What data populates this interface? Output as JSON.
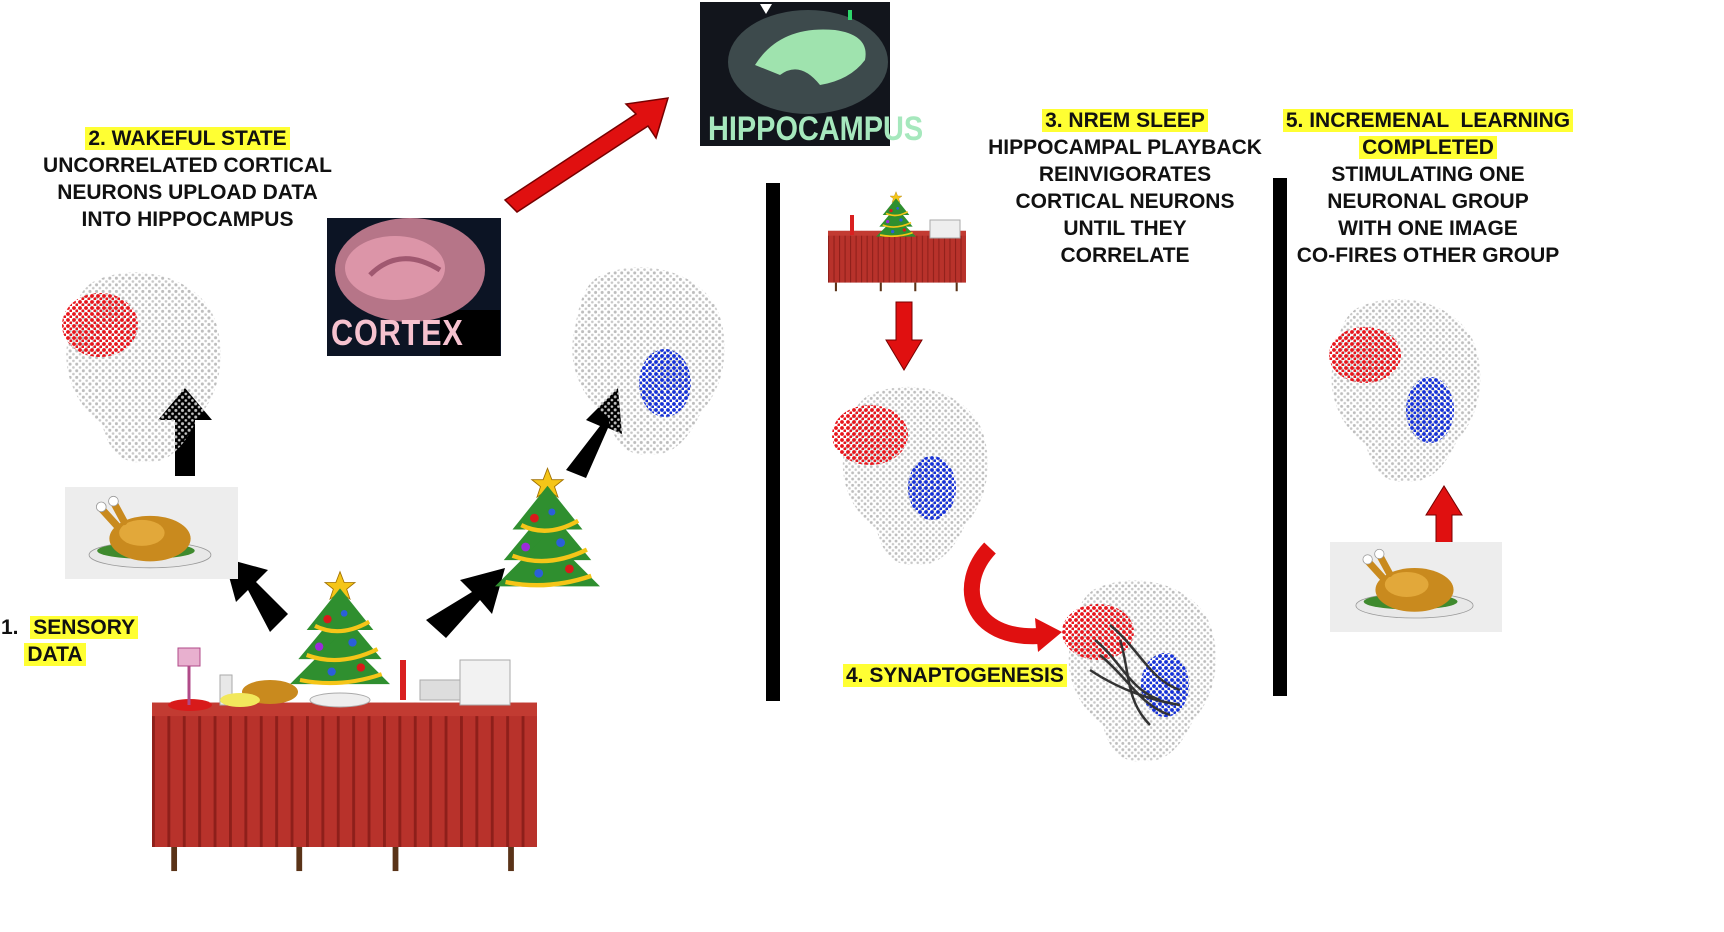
{
  "step1": {
    "number": "1.",
    "line1": "SENSORY",
    "line2": "DATA"
  },
  "step2": {
    "heading": "2. WAKEFUL STATE",
    "lines": [
      "UNCORRELATED CORTICAL",
      "NEURONS UPLOAD DATA",
      "INTO HIPPOCAMPUS"
    ]
  },
  "step3": {
    "heading": "3. NREM SLEEP",
    "lines": [
      "HIPPOCAMPAL PLAYBACK",
      "REINVIGORATES",
      "CORTICAL NEURONS",
      "UNTIL THEY",
      "CORRELATE"
    ]
  },
  "step4": {
    "heading": "4. SYNAPTOGENESIS"
  },
  "step5": {
    "heading1": "5. INCREMENAL  LEARNING",
    "heading2": "COMPLETED",
    "lines": [
      "STIMULATING ONE",
      "NEURONAL GROUP",
      "WITH ONE IMAGE",
      "CO-FIRES OTHER GROUP"
    ]
  },
  "brain_labels": {
    "cortex": "CORTEX",
    "hippocampus": "HIPPOCAMPUS"
  },
  "colors": {
    "highlight": "#ffff33",
    "red_group": "#e8141b",
    "blue_group": "#1530d8",
    "neuron_gray": "#bdbdbd",
    "black_arrow": "#000000",
    "red_arrow": "#e01010"
  }
}
